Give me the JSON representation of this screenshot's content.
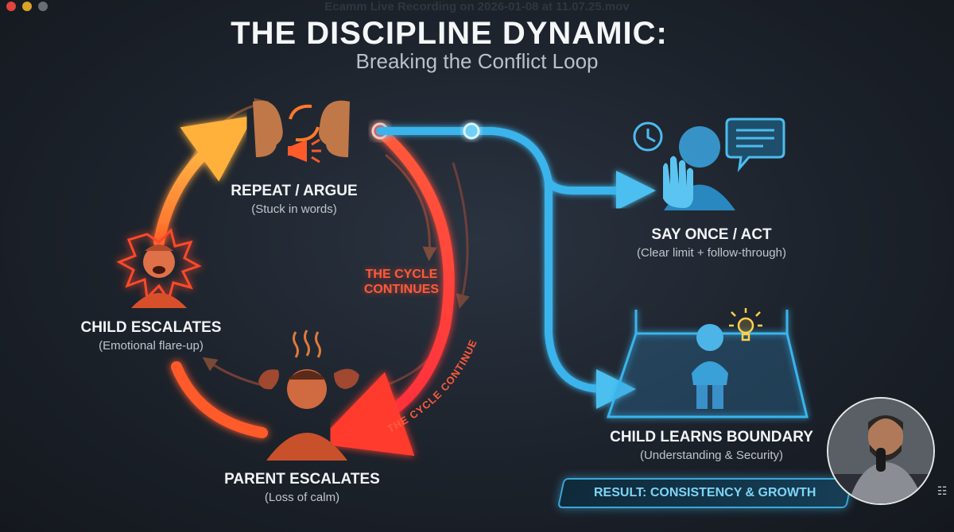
{
  "window": {
    "title": "Ecamm Live Recording on 2026-01-08 at 11.07.25.mov"
  },
  "header": {
    "title": "THE DISCIPLINE DYNAMIC:",
    "subtitle": "Breaking the Conflict Loop"
  },
  "cycle": {
    "nodes": [
      {
        "title": "REPEAT / ARGUE",
        "subtitle": "(Stuck in words)"
      },
      {
        "title": "CHILD ESCALATES",
        "subtitle": "(Emotional flare-up)"
      },
      {
        "title": "PARENT ESCALATES",
        "subtitle": "(Loss of calm)"
      }
    ],
    "continues_label": "THE CYCLE CONTINUES",
    "arc_label": "THE CYCLE CONTINUES"
  },
  "solution": {
    "nodes": [
      {
        "title": "SAY ONCE / ACT",
        "subtitle": "(Clear limit + follow-through)"
      },
      {
        "title": "CHILD LEARNS BOUNDARY",
        "subtitle": "(Understanding & Security)"
      }
    ],
    "result": "RESULT: CONSISTENCY & GROWTH"
  },
  "colors": {
    "cycle_orange": "#ff9a2e",
    "cycle_red": "#ff3b2e",
    "solution_blue": "#3ab4ec",
    "background": "#1c222b"
  },
  "icons": [
    "refresh-arrows-icon",
    "megaphone-icon",
    "clock-icon",
    "chat-bubble-icon",
    "lightbulb-icon",
    "stop-hand-icon"
  ]
}
